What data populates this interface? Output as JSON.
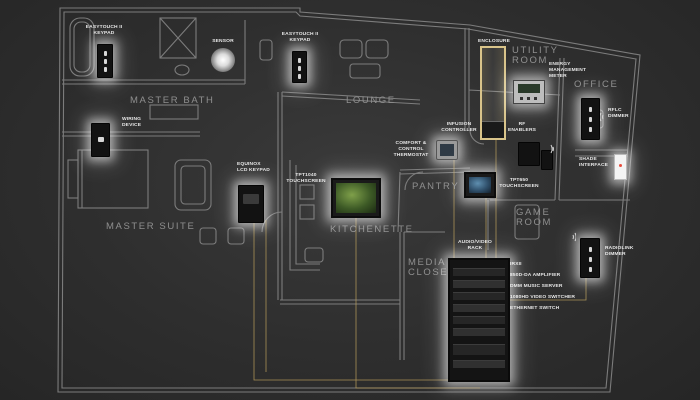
{
  "rooms": {
    "master_bath": "MASTER BATH",
    "lounge": "LOUNGE",
    "utility_room": "UTILITY ROOM",
    "office": "OFFICE",
    "master_suite": "MASTER SUITE",
    "kitchenette": "KITCHENETTE",
    "pantry": "PANTRY",
    "game_room": "GAME ROOM",
    "media_closet": "MEDIA CLOSET"
  },
  "devices": {
    "easytouch_keypad_1": "EASYTOUCH II\nKEYPAD",
    "sensor": "SENSOR",
    "easytouch_keypad_2": "EASYTOUCH II\nKEYPAD",
    "enclosure": "ENCLOSURE",
    "energy_meter": "ENERGY\nMANAGEMENT\nMETER",
    "wiring_device": "WIRING\nDEVICE",
    "infusion_controller": "INFUSION\nCONTROLLER",
    "rf_enablers": "RF\nENABLERS",
    "rflc_dimmer": "RFLC\nDIMMER",
    "thermostat": "COMFORT &\nCONTROL\nTHERMOSTAT",
    "shade_interface": "SHADE\nINTERFACE",
    "equinox_keypad": "EQUINOX\nLCD KEYPAD",
    "tpt1040": "TPT1040\nTOUCHSCREEN",
    "tpt650": "TPT650\nTOUCHSCREEN",
    "av_rack": "AUDIO/VIDEO\nRACK",
    "radiolink_dimmer": "RADIOLINK\nDIMMER"
  },
  "rack_components": [
    "IRXII",
    "850D-DA AMPLIFIER",
    "DMM MUSIC SERVER",
    "1080HD VIDEO SWITCHER",
    "ETHERNET SWITCH"
  ],
  "colors": {
    "background": "#2c2c2c",
    "floorplan_lines": "#8a8a8a",
    "wiring": "#b69b5a",
    "labels": "#e8e8e8",
    "room_labels": "#8f8f8f"
  }
}
